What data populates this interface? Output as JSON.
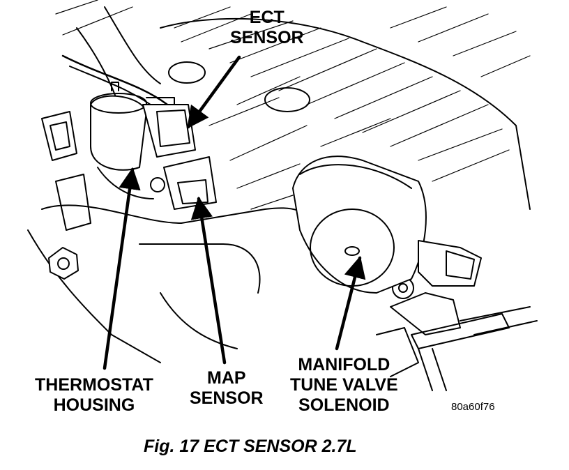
{
  "labels": {
    "ect_sensor": [
      "ECT",
      "SENSOR"
    ],
    "thermostat_housing": [
      "THERMOSTAT",
      "HOUSING"
    ],
    "map_sensor": [
      "MAP",
      "SENSOR"
    ],
    "manifold_tune_valve": [
      "MANIFOLD",
      "TUNE VALVE",
      "SOLENOID"
    ]
  },
  "figure_code": "80a60f76",
  "caption": "Fig. 17 ECT SENSOR 2.7L",
  "colors": {
    "ink": "#000000",
    "paper": "#ffffff"
  }
}
